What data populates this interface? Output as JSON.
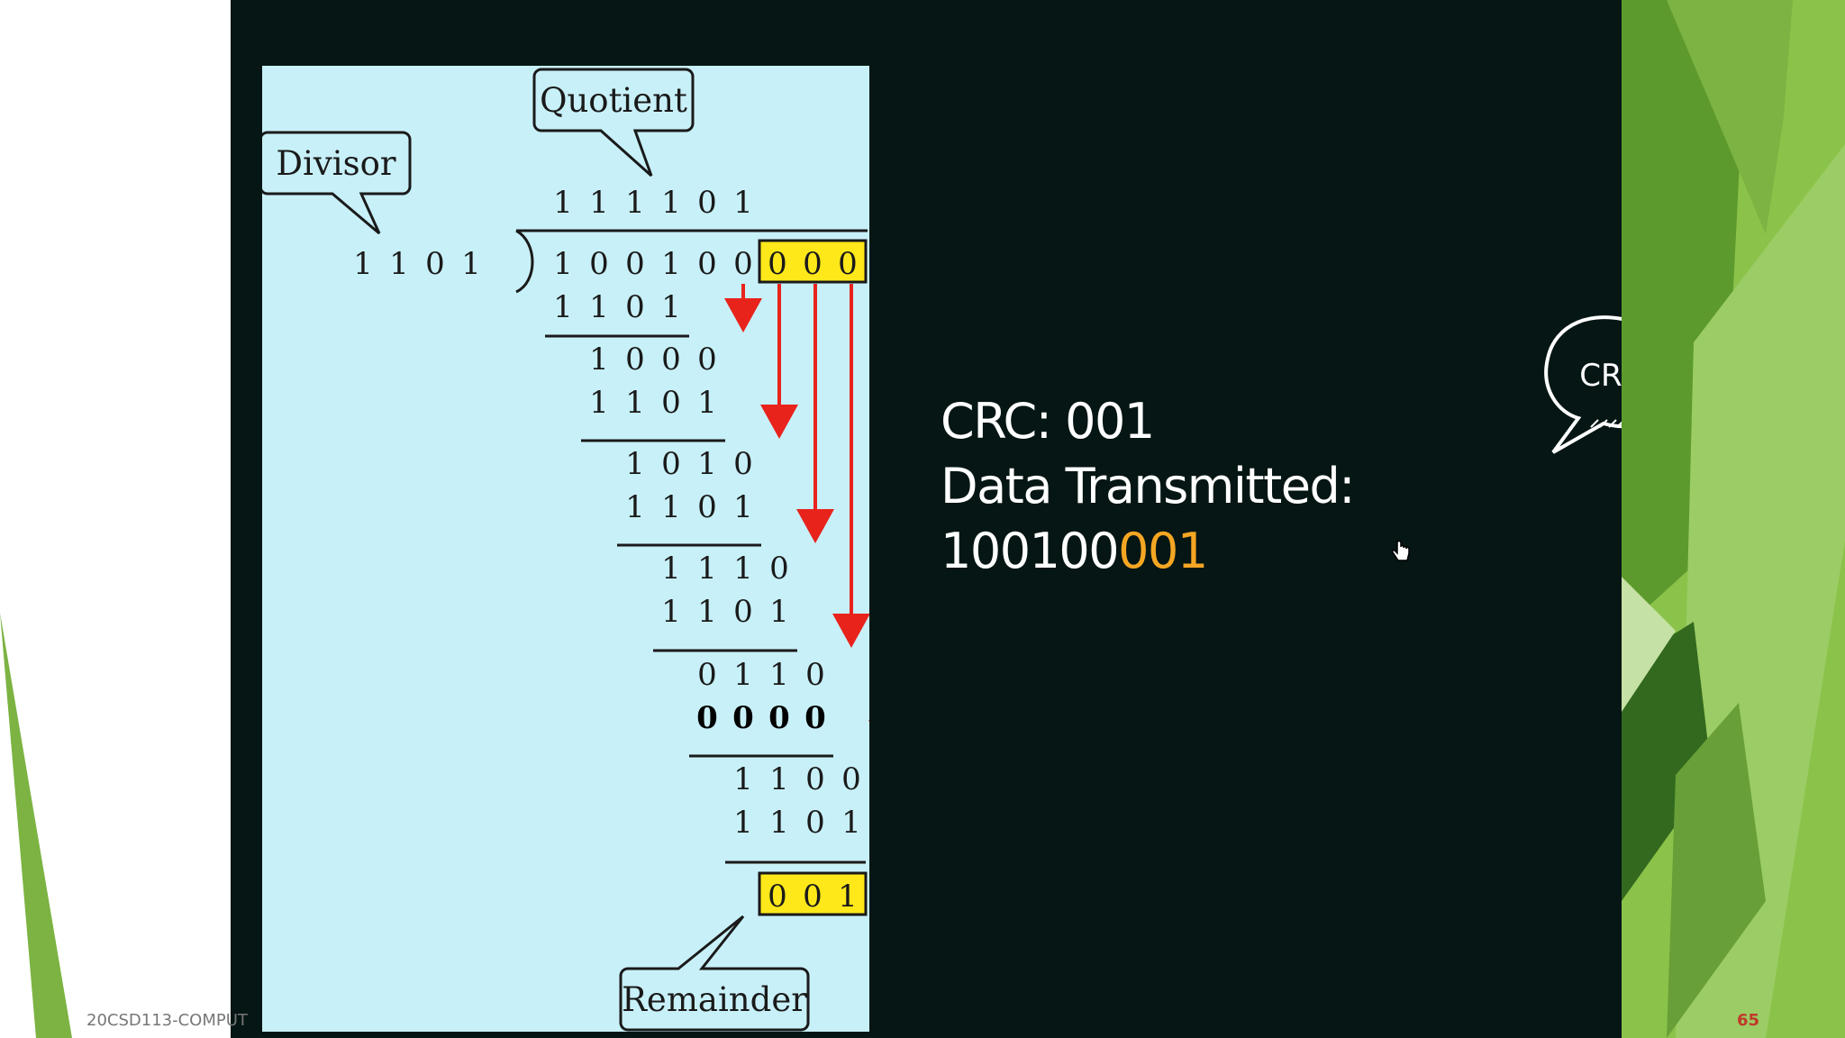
{
  "diagram": {
    "callouts": {
      "divisor": "Divisor",
      "quotient": "Quotient",
      "remainder": "Remainder"
    },
    "quotient": [
      "1",
      "1",
      "1",
      "1",
      "0",
      "1"
    ],
    "divisor": [
      "1",
      "1",
      "0",
      "1"
    ],
    "dividend_data": [
      "1",
      "0",
      "0",
      "1",
      "0",
      "0"
    ],
    "appended_zeros": [
      "0",
      "0",
      "0"
    ],
    "steps": [
      {
        "subtrahend": [
          "1",
          "1",
          "0",
          "1"
        ]
      },
      {
        "partial": [
          "1",
          "0",
          "0",
          "0"
        ],
        "subtrahend": [
          "1",
          "1",
          "0",
          "1"
        ]
      },
      {
        "partial": [
          "1",
          "0",
          "1",
          "0"
        ],
        "subtrahend": [
          "1",
          "1",
          "0",
          "1"
        ]
      },
      {
        "partial": [
          "1",
          "1",
          "1",
          "0"
        ],
        "subtrahend": [
          "1",
          "1",
          "0",
          "1"
        ]
      },
      {
        "partial": [
          "0",
          "1",
          "1",
          "0"
        ],
        "subtrahend": [
          "0",
          "0",
          "0",
          "0"
        ]
      },
      {
        "partial": [
          "1",
          "1",
          "0",
          "0"
        ],
        "subtrahend": [
          "1",
          "1",
          "0",
          "1"
        ]
      }
    ],
    "remainder": [
      "0",
      "0",
      "1"
    ],
    "colors": {
      "panel": "#c8f0f8",
      "highlight_box": "#ffe81a",
      "arrow": "#e8231c"
    }
  },
  "info": {
    "crc_line": "CRC: 001",
    "data_prefix": "Data Transmitted: 100100",
    "data_suffix": "001",
    "bubble_label": "CRC",
    "highlight_color": "#f5a623"
  },
  "footer": {
    "course": "20CSD113-COMPUT",
    "page": "65"
  }
}
